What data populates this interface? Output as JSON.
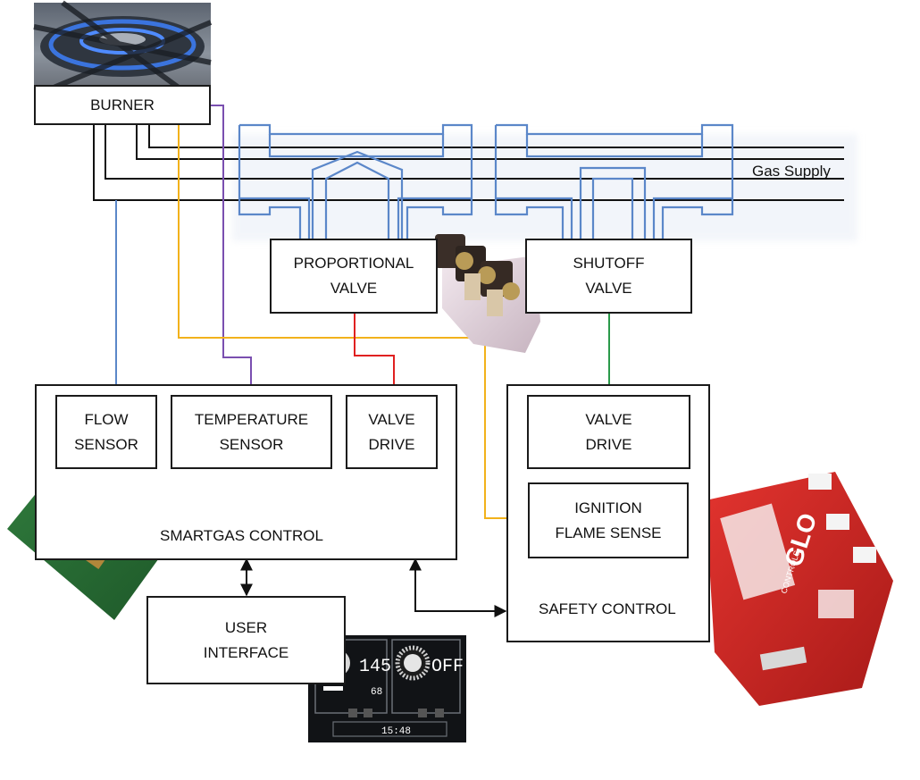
{
  "nodes": {
    "burner": "BURNER",
    "proportional_valve": "PROPORTIONAL\nVALVE",
    "shutoff_valve": "SHUTOFF\nVALVE",
    "flow_sensor": "FLOW\nSENSOR",
    "temperature_sensor": "TEMPERATURE\nSENSOR",
    "valve_drive_left": "VALVE\nDRIVE",
    "valve_drive_right": "VALVE\nDRIVE",
    "ignition_flame_sense": "IGNITION\nFLAME SENSE",
    "smartgas_control": "SMARTGAS CONTROL",
    "safety_control": "SAFETY CONTROL",
    "user_interface": "USER\nINTERFACE"
  },
  "gas_supply_label": "Gas Supply",
  "ui_panel_photo": {
    "display_left": "145",
    "display_right": "OFF",
    "display_clock": "15:48",
    "display_small": "68"
  },
  "module_photo": {
    "brand": "GLO",
    "brand_sub": "CONTROLS"
  },
  "colors": {
    "gas_pipe": "#5b87c9",
    "flow_wire": "#5b87c9",
    "temp_wire": "#7a4fb0",
    "ignition_wire": "#f2b21b",
    "valve_drive_wire": "#e02020",
    "shutoff_wire": "#2a9a4a",
    "box_border": "#1a1a1a"
  }
}
